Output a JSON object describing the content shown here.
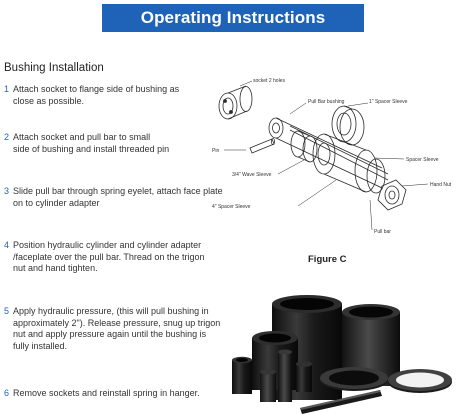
{
  "header": {
    "title": "Operating Instructions"
  },
  "section": {
    "title": "Bushing Installation"
  },
  "steps": [
    {
      "num": "1",
      "lines": [
        "Attach socket to flange side of bushing as",
        "close as possible."
      ]
    },
    {
      "num": "2",
      "lines": [
        "Attach socket and pull bar to small",
        "side of bushing and install threaded pin"
      ]
    },
    {
      "num": "3",
      "lines": [
        "Slide pull bar through spring eyelet, attach face plate",
        "on to cylinder adapter"
      ]
    },
    {
      "num": "4",
      "lines": [
        "Position hydraulic cylinder and cylinder adapter",
        "/faceplate over the pull bar. Thread on the trigon",
        "nut and hand tighten."
      ]
    },
    {
      "num": "5",
      "lines": [
        "Apply hydraulic pressure, (this will pull bushing in",
        "approximately 2\"). Release pressure, snug up trigon",
        "nut and apply pressure again until the bushing is",
        "fully installed."
      ]
    },
    {
      "num": "6",
      "lines": [
        "Remove sockets and reinstall spring in hanger."
      ]
    }
  ],
  "diagram": {
    "labels": {
      "socket_holes": "socket 2 holes",
      "pull_bar_bushing": "Pull Bar bushing",
      "spacer_1": "1\" Spacer Sleeve",
      "pin": "Pin",
      "wave_sleeve": "3/4\" Wave Sleeve",
      "spacer_sleeve": "Spacer Sleeve",
      "hand_nut": "Hand Nut",
      "spacer_4": "4\" Spacer Sleeve",
      "pull_bar": "Pull bar"
    },
    "caption": "Figure C"
  },
  "colors": {
    "banner": "#1f63b8",
    "step_number": "#1f63b8",
    "tool_black": "#151515"
  }
}
